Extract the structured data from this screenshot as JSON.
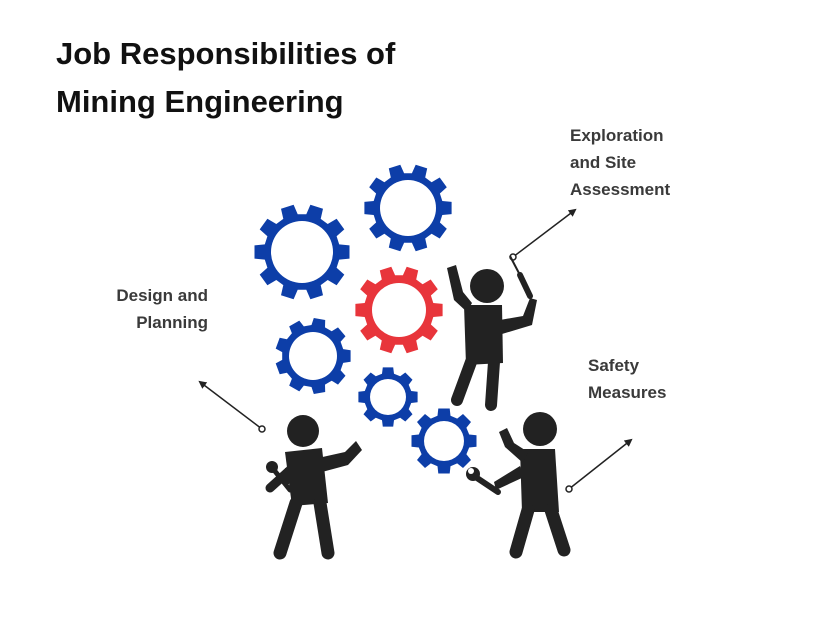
{
  "title": {
    "line1": "Job Responsibilities of",
    "line2": "Mining Engineering"
  },
  "labels": {
    "exploration": [
      "Exploration",
      "and Site",
      "Assessment"
    ],
    "design": [
      "Design and",
      "Planning"
    ],
    "safety": [
      "Safety",
      "Measures"
    ]
  },
  "colors": {
    "gear_blue": "#0d3ea8",
    "gear_red": "#e8353b",
    "figure": "#222222",
    "text": "#3a3a3a"
  },
  "icons": [
    "gear-icon",
    "person-icon",
    "wrench-icon",
    "screwdriver-icon",
    "arrow-icon"
  ]
}
